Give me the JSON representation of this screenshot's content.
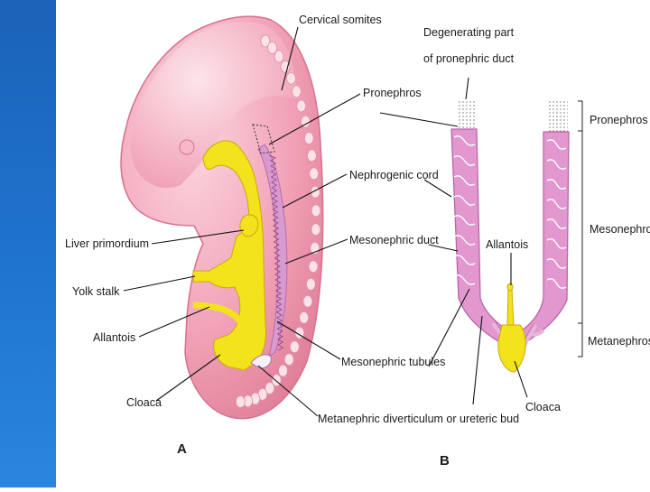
{
  "colors": {
    "sidebar": "#1f6fc8",
    "embryo": "#f2a3b7",
    "embryo_dark": "#d96a8a",
    "yolk": "#f3e31c",
    "kidney_tube": "#d98bc8",
    "leader": "#111111"
  },
  "figure_a": {
    "panel_label": "A",
    "labels": {
      "cervical_somites": "Cervical somites",
      "pronephros": "Pronephros",
      "nephrogenic_cord": "Nephrogenic cord",
      "mesonephric_duct": "Mesonephric duct",
      "liver_primordium": "Liver primordium",
      "yolk_stalk": "Yolk stalk",
      "allantois": "Allantois",
      "mesonephric_tubules": "Mesonephric tubules",
      "cloaca": "Cloaca",
      "metanephric_diverticulum": "Metanephric diverticulum or ureteric bud"
    }
  },
  "figure_b": {
    "panel_label": "B",
    "labels": {
      "degenerating_line1": "Degenerating part",
      "degenerating_line2": "of pronephric duct",
      "allantois": "Allantois",
      "cloaca": "Cloaca",
      "pronephros": "Pronephros",
      "mesonephros": "Mesonephros",
      "metanephros": "Metanephros"
    }
  }
}
